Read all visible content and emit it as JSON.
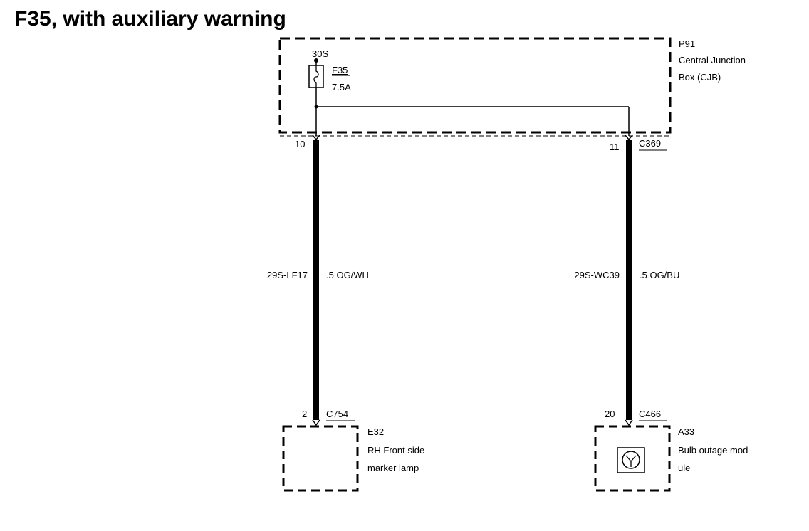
{
  "title": "F35, with auxiliary warning",
  "cjb": {
    "code": "P91",
    "name_line1": "Central Junction",
    "name_line2": "Box (CJB)",
    "supply": "30S",
    "fuse_id": "F35",
    "fuse_rating": "7.5A",
    "pin_left": "10",
    "pin_right": "11",
    "connector": "C369"
  },
  "wire_left": {
    "circuit": "29S-LF17",
    "spec": ".5 OG/WH"
  },
  "wire_right": {
    "circuit": "29S-WC39",
    "spec": ".5 OG/BU"
  },
  "lamp": {
    "pin": "2",
    "connector": "C754",
    "code": "E32",
    "name_line1": "RH Front side",
    "name_line2": "marker lamp"
  },
  "module": {
    "pin": "20",
    "connector": "C466",
    "code": "A33",
    "name_line1": "Bulb outage mod-",
    "name_line2": "ule"
  },
  "colors": {
    "ink": "#000000",
    "background": "#ffffff"
  }
}
